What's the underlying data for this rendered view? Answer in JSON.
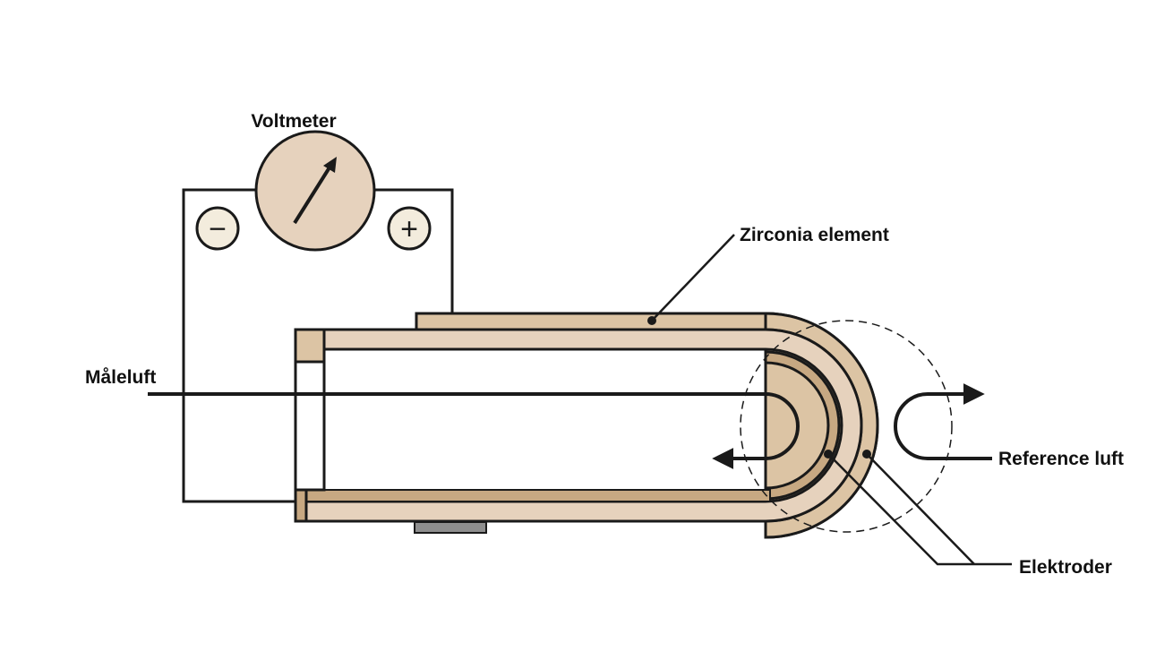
{
  "labels": {
    "voltmeter": "Voltmeter",
    "zirconia": "Zirconia element",
    "maaleluft": "Måleluft",
    "reference": "Reference luft",
    "elektroder": "Elektroder"
  },
  "symbols": {
    "minus": "−",
    "plus": "+"
  },
  "colors": {
    "zirconia_light": "#e6d2bd",
    "zirconia_outer": "#dcc4a4",
    "electrode": "#c7a882",
    "meter_face": "#e6d2bd",
    "terminal_face": "#f3ecdd",
    "line": "#1a1a1a",
    "sensor_plate": "#8e8e8e"
  }
}
